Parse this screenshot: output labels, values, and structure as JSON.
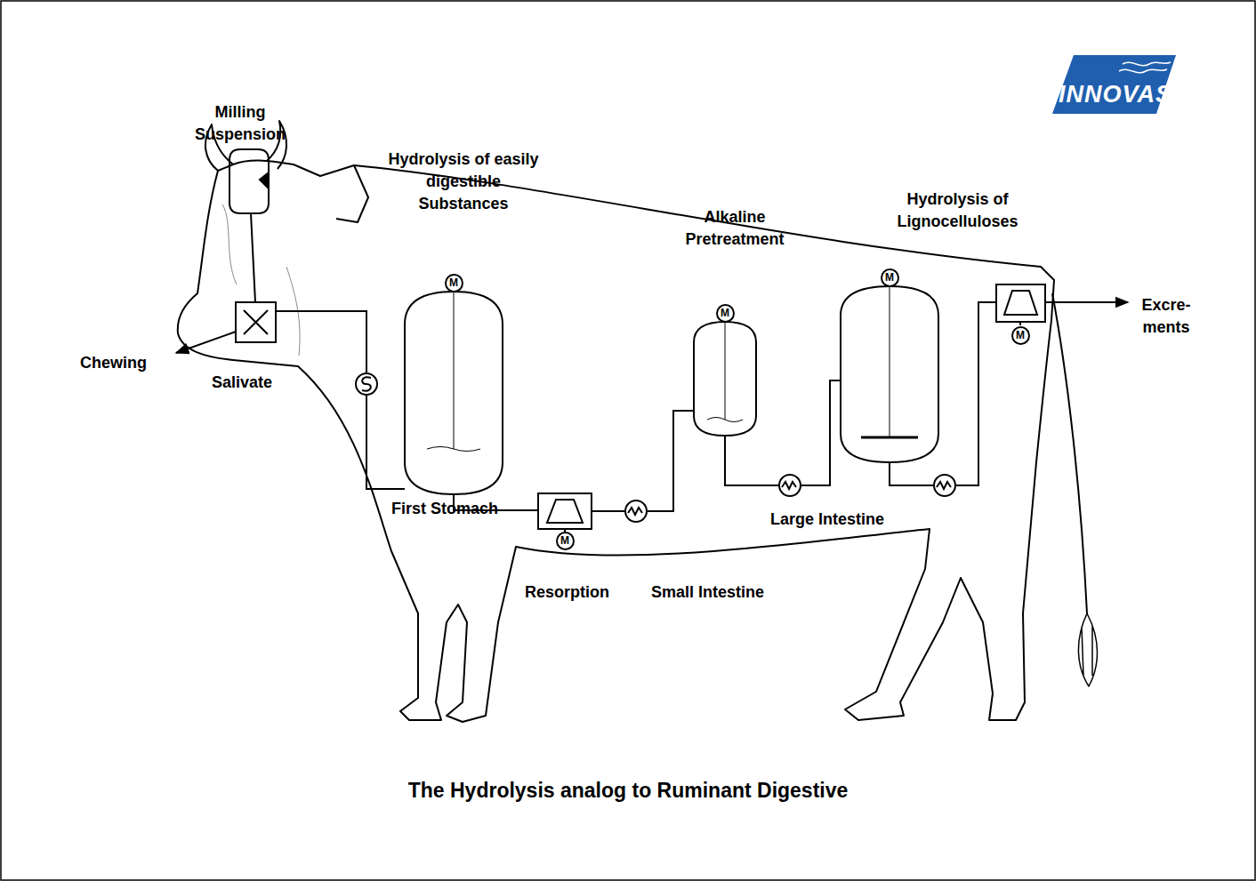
{
  "diagram": {
    "caption": "The Hydrolysis analog to Ruminant Digestive",
    "nodes": [
      {
        "text": [
          "M"
        ]
      },
      {
        "text": [
          "M"
        ]
      },
      {
        "text": [
          "M"
        ]
      },
      {
        "text": [
          "M"
        ]
      },
      {
        "text": [
          "M"
        ]
      }
    ],
    "labels": [
      "INNOVAS",
      "Milling Suspension",
      "Hydrolysis of easily digestible Substances",
      "Alkaline Pretreatment",
      "Hydrolysis of Lignocelluloses",
      "Excre- ments",
      "Chewing",
      "Salivate",
      "First Stomach",
      "Large Intestine",
      "Resorption",
      "Small Intestine"
    ]
  }
}
